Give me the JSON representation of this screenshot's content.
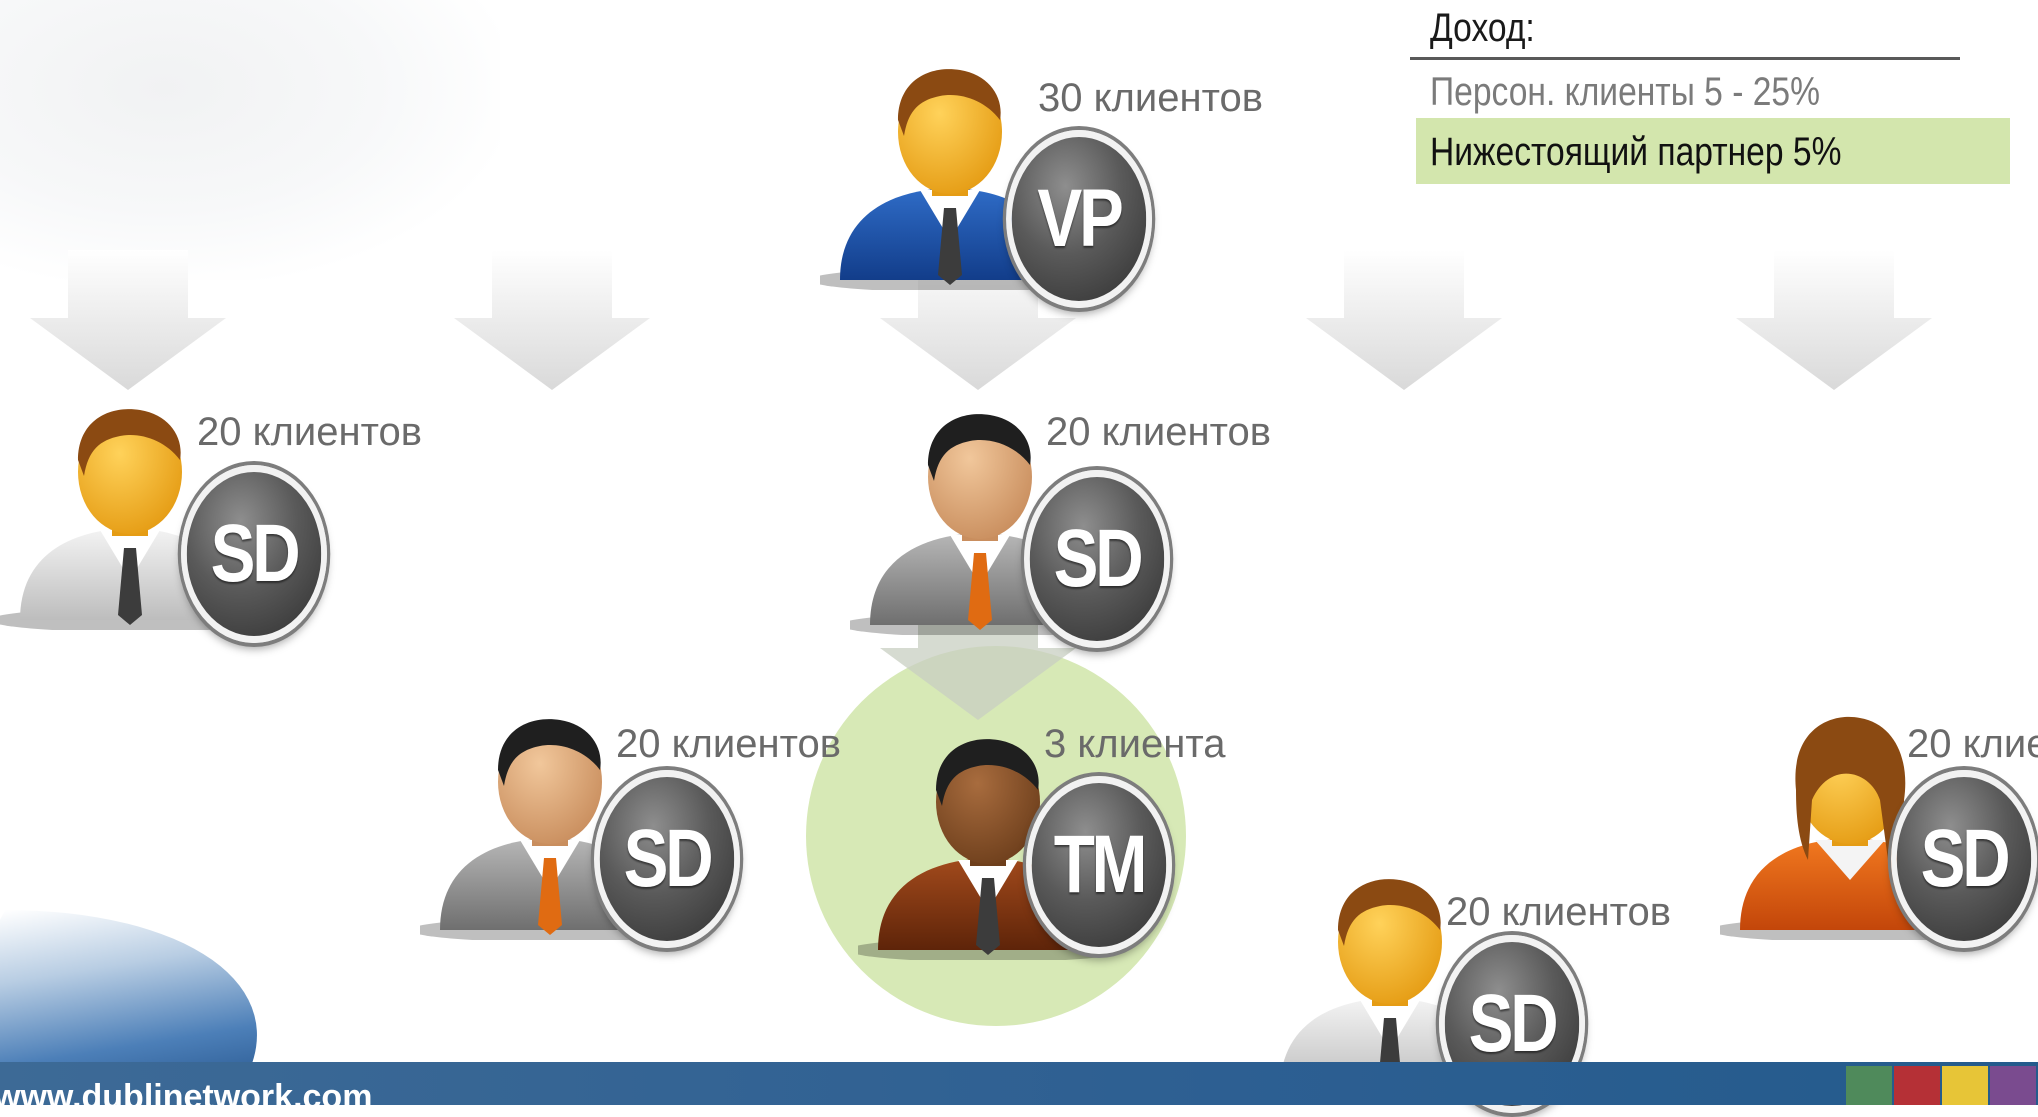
{
  "income": {
    "title": "Доход:",
    "personal_clients": "Персон. клиенты 5 - 25%",
    "downline_partner": "Нижестоящий партнер 5%"
  },
  "nodes": [
    {
      "id": "vp",
      "badge": "VP",
      "clients": "30 клиентов",
      "suit": "blue",
      "skin": "yellow",
      "highlighted": false
    },
    {
      "id": "sd-left",
      "badge": "SD",
      "clients": "20 клиентов",
      "suit": "white",
      "skin": "yellow",
      "highlighted": false
    },
    {
      "id": "sd-center",
      "badge": "SD",
      "clients": "20 клиентов",
      "suit": "gray",
      "skin": "light",
      "highlighted": false
    },
    {
      "id": "sd-lower-left",
      "badge": "SD",
      "clients": "20 клиентов",
      "suit": "gray",
      "skin": "light",
      "highlighted": false
    },
    {
      "id": "tm",
      "badge": "TM",
      "clients": "3 клиента",
      "suit": "brown",
      "skin": "dark",
      "highlighted": true
    },
    {
      "id": "sd-bottom",
      "badge": "SD",
      "clients": "20 клиентов",
      "suit": "white",
      "skin": "yellow",
      "highlighted": false
    },
    {
      "id": "sd-right",
      "badge": "SD",
      "clients": "20 клие",
      "suit": "orange",
      "skin": "yellow",
      "highlighted": false
    }
  ],
  "footer": {
    "url": "www.dublinetwork.com",
    "swatch_colors": [
      "#4f8a5b",
      "#b53036",
      "#e7c537",
      "#7a4b8f"
    ]
  },
  "colors": {
    "highlight": "#d7e9b6",
    "income_highlight": "#d3e6ad",
    "footer": "#2d5f92"
  }
}
